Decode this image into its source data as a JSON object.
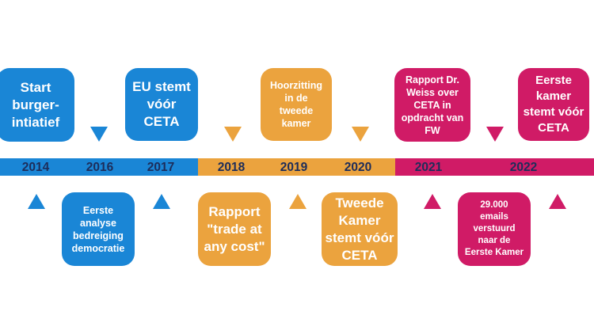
{
  "colors": {
    "blue": "#1a86d6",
    "orange": "#eba33e",
    "pink": "#d01b66",
    "year_text": "#1d2d5a"
  },
  "years": [
    "2014",
    "2016",
    "2017",
    "2018",
    "2019",
    "2020",
    "2021",
    "2022"
  ],
  "events_above": [
    "Start\nburger-\nintiatief",
    "EU stemt\nvóór\nCETA",
    "Hoorzitting\nin de\ntweede\nkamer",
    "Rapport Dr.\nWeiss over\nCETA in\nopdracht van\nFW",
    "Eerste\nkamer\nstemt vóór\nCETA"
  ],
  "events_below": [
    "Eerste\nanalyse\nbedreiging\ndemocratie",
    "Rapport\n\"trade at\nany cost\"",
    "Tweede\nKamer\nstemt vóór\nCETA",
    "29.000\nemails\nverstuurd\nnaar de\nEerste Kamer"
  ]
}
